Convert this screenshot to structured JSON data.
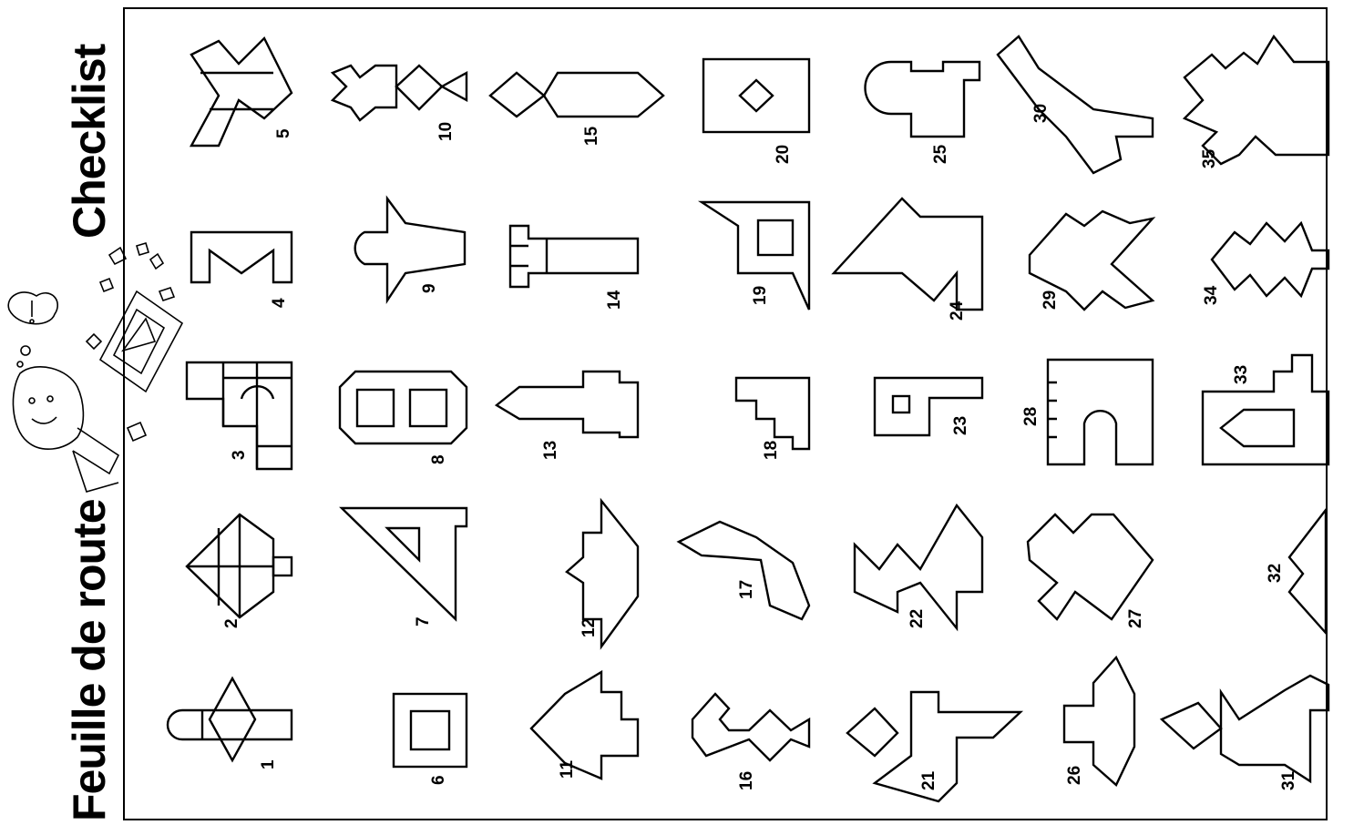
{
  "page": {
    "title_fr": "Feuille de route",
    "title_en": "Checklist"
  },
  "puzzles": [
    {
      "n": "1"
    },
    {
      "n": "2"
    },
    {
      "n": "3"
    },
    {
      "n": "4"
    },
    {
      "n": "5"
    },
    {
      "n": "6"
    },
    {
      "n": "7"
    },
    {
      "n": "8"
    },
    {
      "n": "9"
    },
    {
      "n": "10"
    },
    {
      "n": "11"
    },
    {
      "n": "12"
    },
    {
      "n": "13"
    },
    {
      "n": "14"
    },
    {
      "n": "15"
    },
    {
      "n": "16"
    },
    {
      "n": "17"
    },
    {
      "n": "18"
    },
    {
      "n": "19"
    },
    {
      "n": "20"
    },
    {
      "n": "21"
    },
    {
      "n": "22"
    },
    {
      "n": "23"
    },
    {
      "n": "24"
    },
    {
      "n": "25"
    },
    {
      "n": "26"
    },
    {
      "n": "27"
    },
    {
      "n": "28"
    },
    {
      "n": "29"
    },
    {
      "n": "30"
    },
    {
      "n": "31"
    },
    {
      "n": "32"
    },
    {
      "n": "33"
    },
    {
      "n": "34"
    },
    {
      "n": "35"
    }
  ],
  "colors": {
    "ink": "#000000",
    "paper": "#ffffff"
  }
}
